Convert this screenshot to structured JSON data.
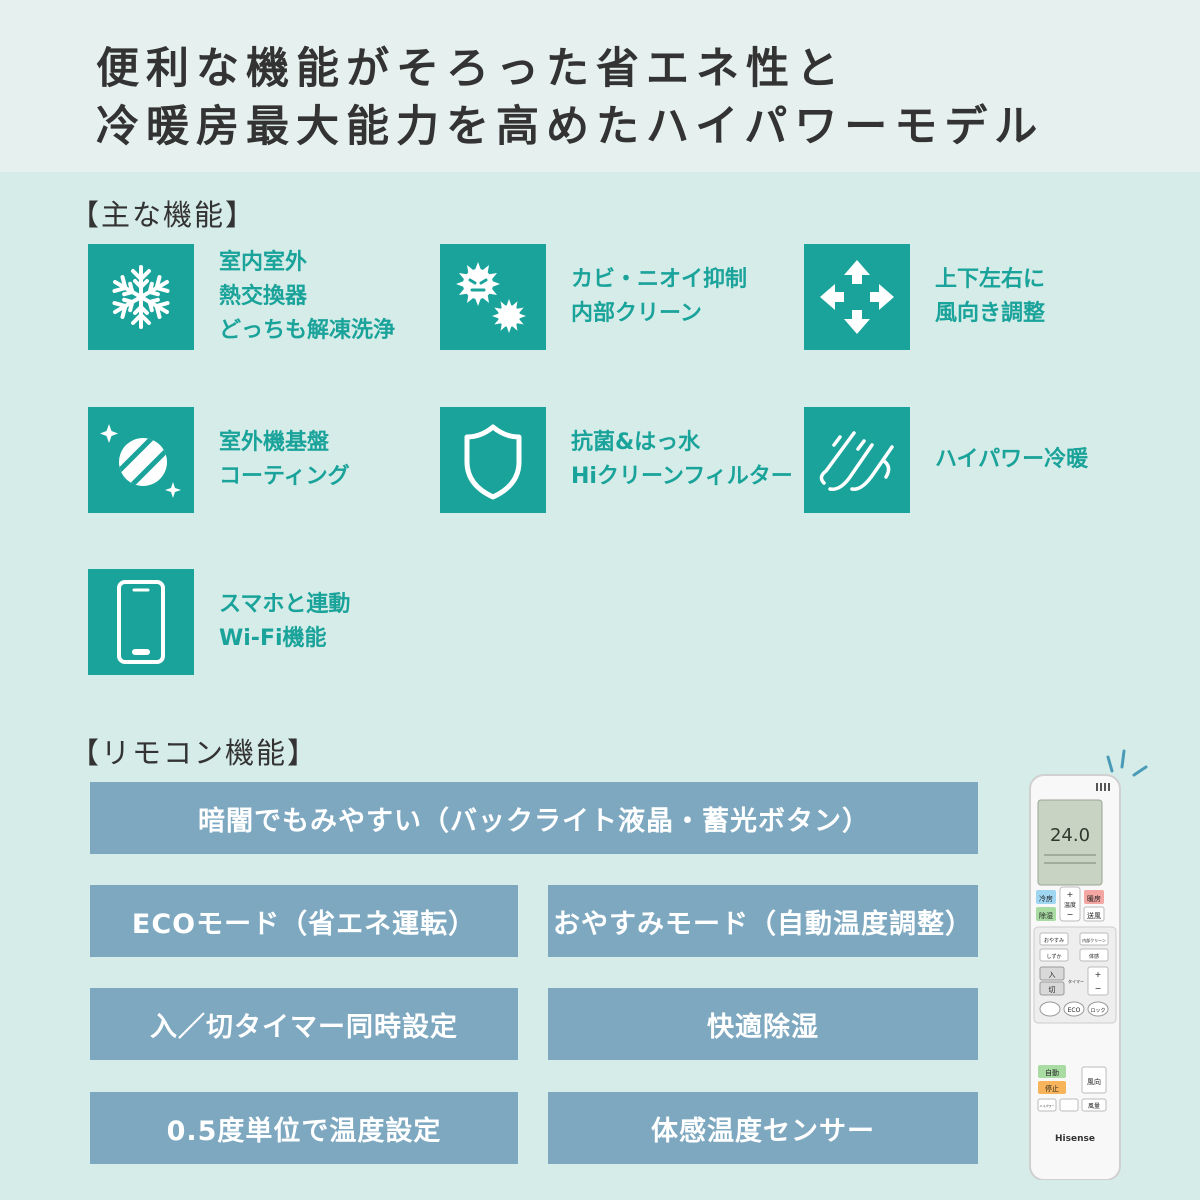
{
  "headline": {
    "line1": "便利な機能がそろった省エネ性と",
    "line2": "冷暖房最大能力を高めたハイパワーモデル"
  },
  "main_functions": {
    "title": "【主な機能】",
    "items": [
      {
        "icon": "snowflake-icon",
        "lines": [
          "室内室外",
          "熱交換器",
          "どっちも解凍洗浄"
        ]
      },
      {
        "icon": "mold-germ-icon",
        "lines": [
          "カビ・ニオイ抑制",
          "内部クリーン"
        ]
      },
      {
        "icon": "four-way-arrows-icon",
        "lines": [
          "上下左右に",
          "風向き調整"
        ]
      },
      {
        "icon": "coated-board-icon",
        "lines": [
          "室外機基盤",
          "コーティング"
        ]
      },
      {
        "icon": "shield-icon",
        "lines": [
          "抗菌&はっ水",
          "Hiクリーンフィルター"
        ]
      },
      {
        "icon": "wind-power-icon",
        "lines": [
          "ハイパワー冷暖"
        ]
      },
      {
        "icon": "smartphone-icon",
        "lines": [
          "スマホと連動",
          "Wi-Fi機能"
        ]
      }
    ]
  },
  "remote_functions": {
    "title": "【リモコン機能】",
    "items": [
      "暗闇でもみやすい（バックライト液晶・蓄光ボタン）",
      "ECOモード（省エネ運転）",
      "おやすみモード（自動温度調整）",
      "入／切タイマー同時設定",
      "快適除湿",
      "0.5度単位で温度設定",
      "体感温度センサー"
    ]
  },
  "remote": {
    "brand": "Hisense",
    "display_temp": "24.0",
    "buttons": {
      "cool": "冷房",
      "heat": "暖房",
      "dry": "除湿",
      "fan": "送風",
      "temp_plus": "+",
      "temp_label": "温度",
      "temp_minus": "−",
      "sleep": "おやすみ",
      "clean": "内部クリーン",
      "quiet": "しずか",
      "sensor": "体感",
      "timer_on": "入",
      "timer_off": "切",
      "timer_label": "タイマー",
      "eco": "ECO",
      "lock": "ロック",
      "auto": "自動",
      "stop": "停止",
      "direction": "風向",
      "power": "ハイパワー",
      "speed": "風量"
    }
  },
  "colors": {
    "teal": "#1aa39a",
    "blue_button": "#7da8c0",
    "background": "#d6ece8",
    "header_band": "#e6f1ef",
    "text_dark": "#333333"
  }
}
